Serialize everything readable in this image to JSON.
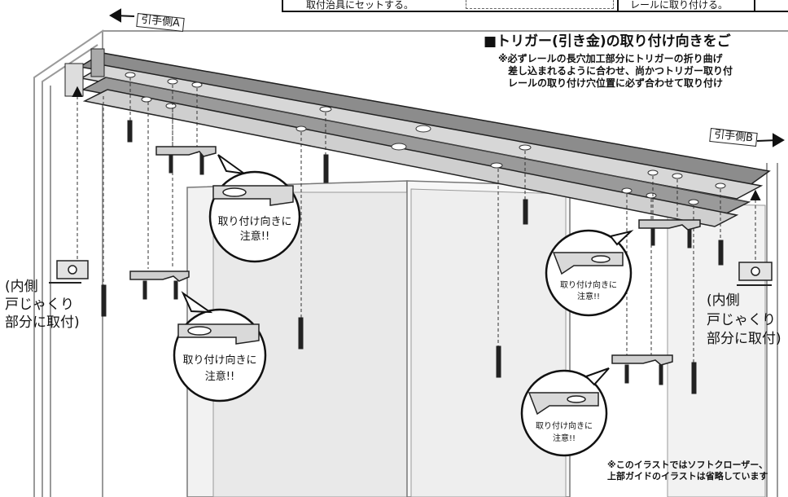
{
  "top_strip": {
    "left_text": "取付治具にセットする。",
    "right_text": "レールに取り付ける。"
  },
  "heading": "■トリガー(引き金)の取り付け向きをご",
  "note_lines": [
    "※必ずレールの長穴加工部分にトリガーの折り曲げ",
    "差し込まれるように合わせ、尚かつトリガー取り付",
    "レールの取り付け穴位置に必ず合わせて取り付け"
  ],
  "pull_side_a": "引手側A",
  "pull_side_b": "引手側B",
  "left_mount_lines": [
    "(内側",
    "戸じゃくり",
    "部分に取付)"
  ],
  "right_mount_lines": [
    "(内側",
    "戸じゃくり",
    "部分に取付)"
  ],
  "bubbles": [
    {
      "lines": [
        "取り付け向きに",
        "注意!!"
      ]
    },
    {
      "lines": [
        "取り付け向きに",
        "注意!!"
      ]
    },
    {
      "lines": [
        "取り付け向きに",
        "注意!!"
      ]
    },
    {
      "lines": [
        "取り付け向きに",
        "注意!!"
      ]
    }
  ],
  "footnote_lines": [
    "※このイラストではソフトクローザー、",
    "上部ガイドのイラストは省略しています"
  ],
  "colors": {
    "line": "#111111",
    "rail_light": "#d9d9d9",
    "rail_dark": "#8a8a8a",
    "panel": "#efefef",
    "frame": "#bdbdbd"
  }
}
